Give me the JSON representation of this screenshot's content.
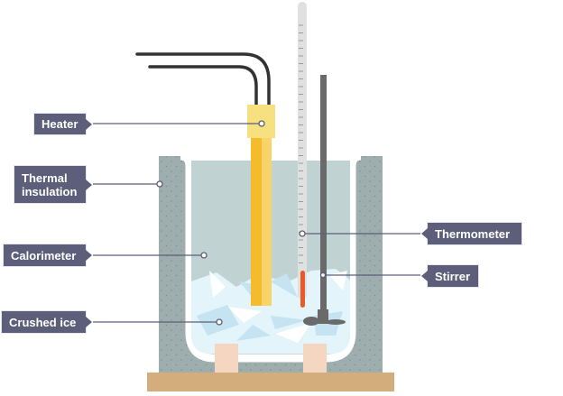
{
  "labels": {
    "heater": "Heater",
    "thermal_insulation": "Thermal insulation",
    "calorimeter": "Calorimeter",
    "crushed_ice": "Crushed ice",
    "thermometer": "Thermometer",
    "stirrer": "Stirrer"
  },
  "colors": {
    "label_bg": "#5d5e7a",
    "insulation": "#9eadad",
    "water": "#c0d3d2",
    "ice": "#e3f4fa",
    "heater_box": "#f7e07f",
    "heater_rod": "#f4bb2c",
    "thermometer_liquid": "#e85a2a",
    "stirrer": "#6a6a6a",
    "base": "#d4ad7d",
    "feet": "#f5d6c0"
  }
}
